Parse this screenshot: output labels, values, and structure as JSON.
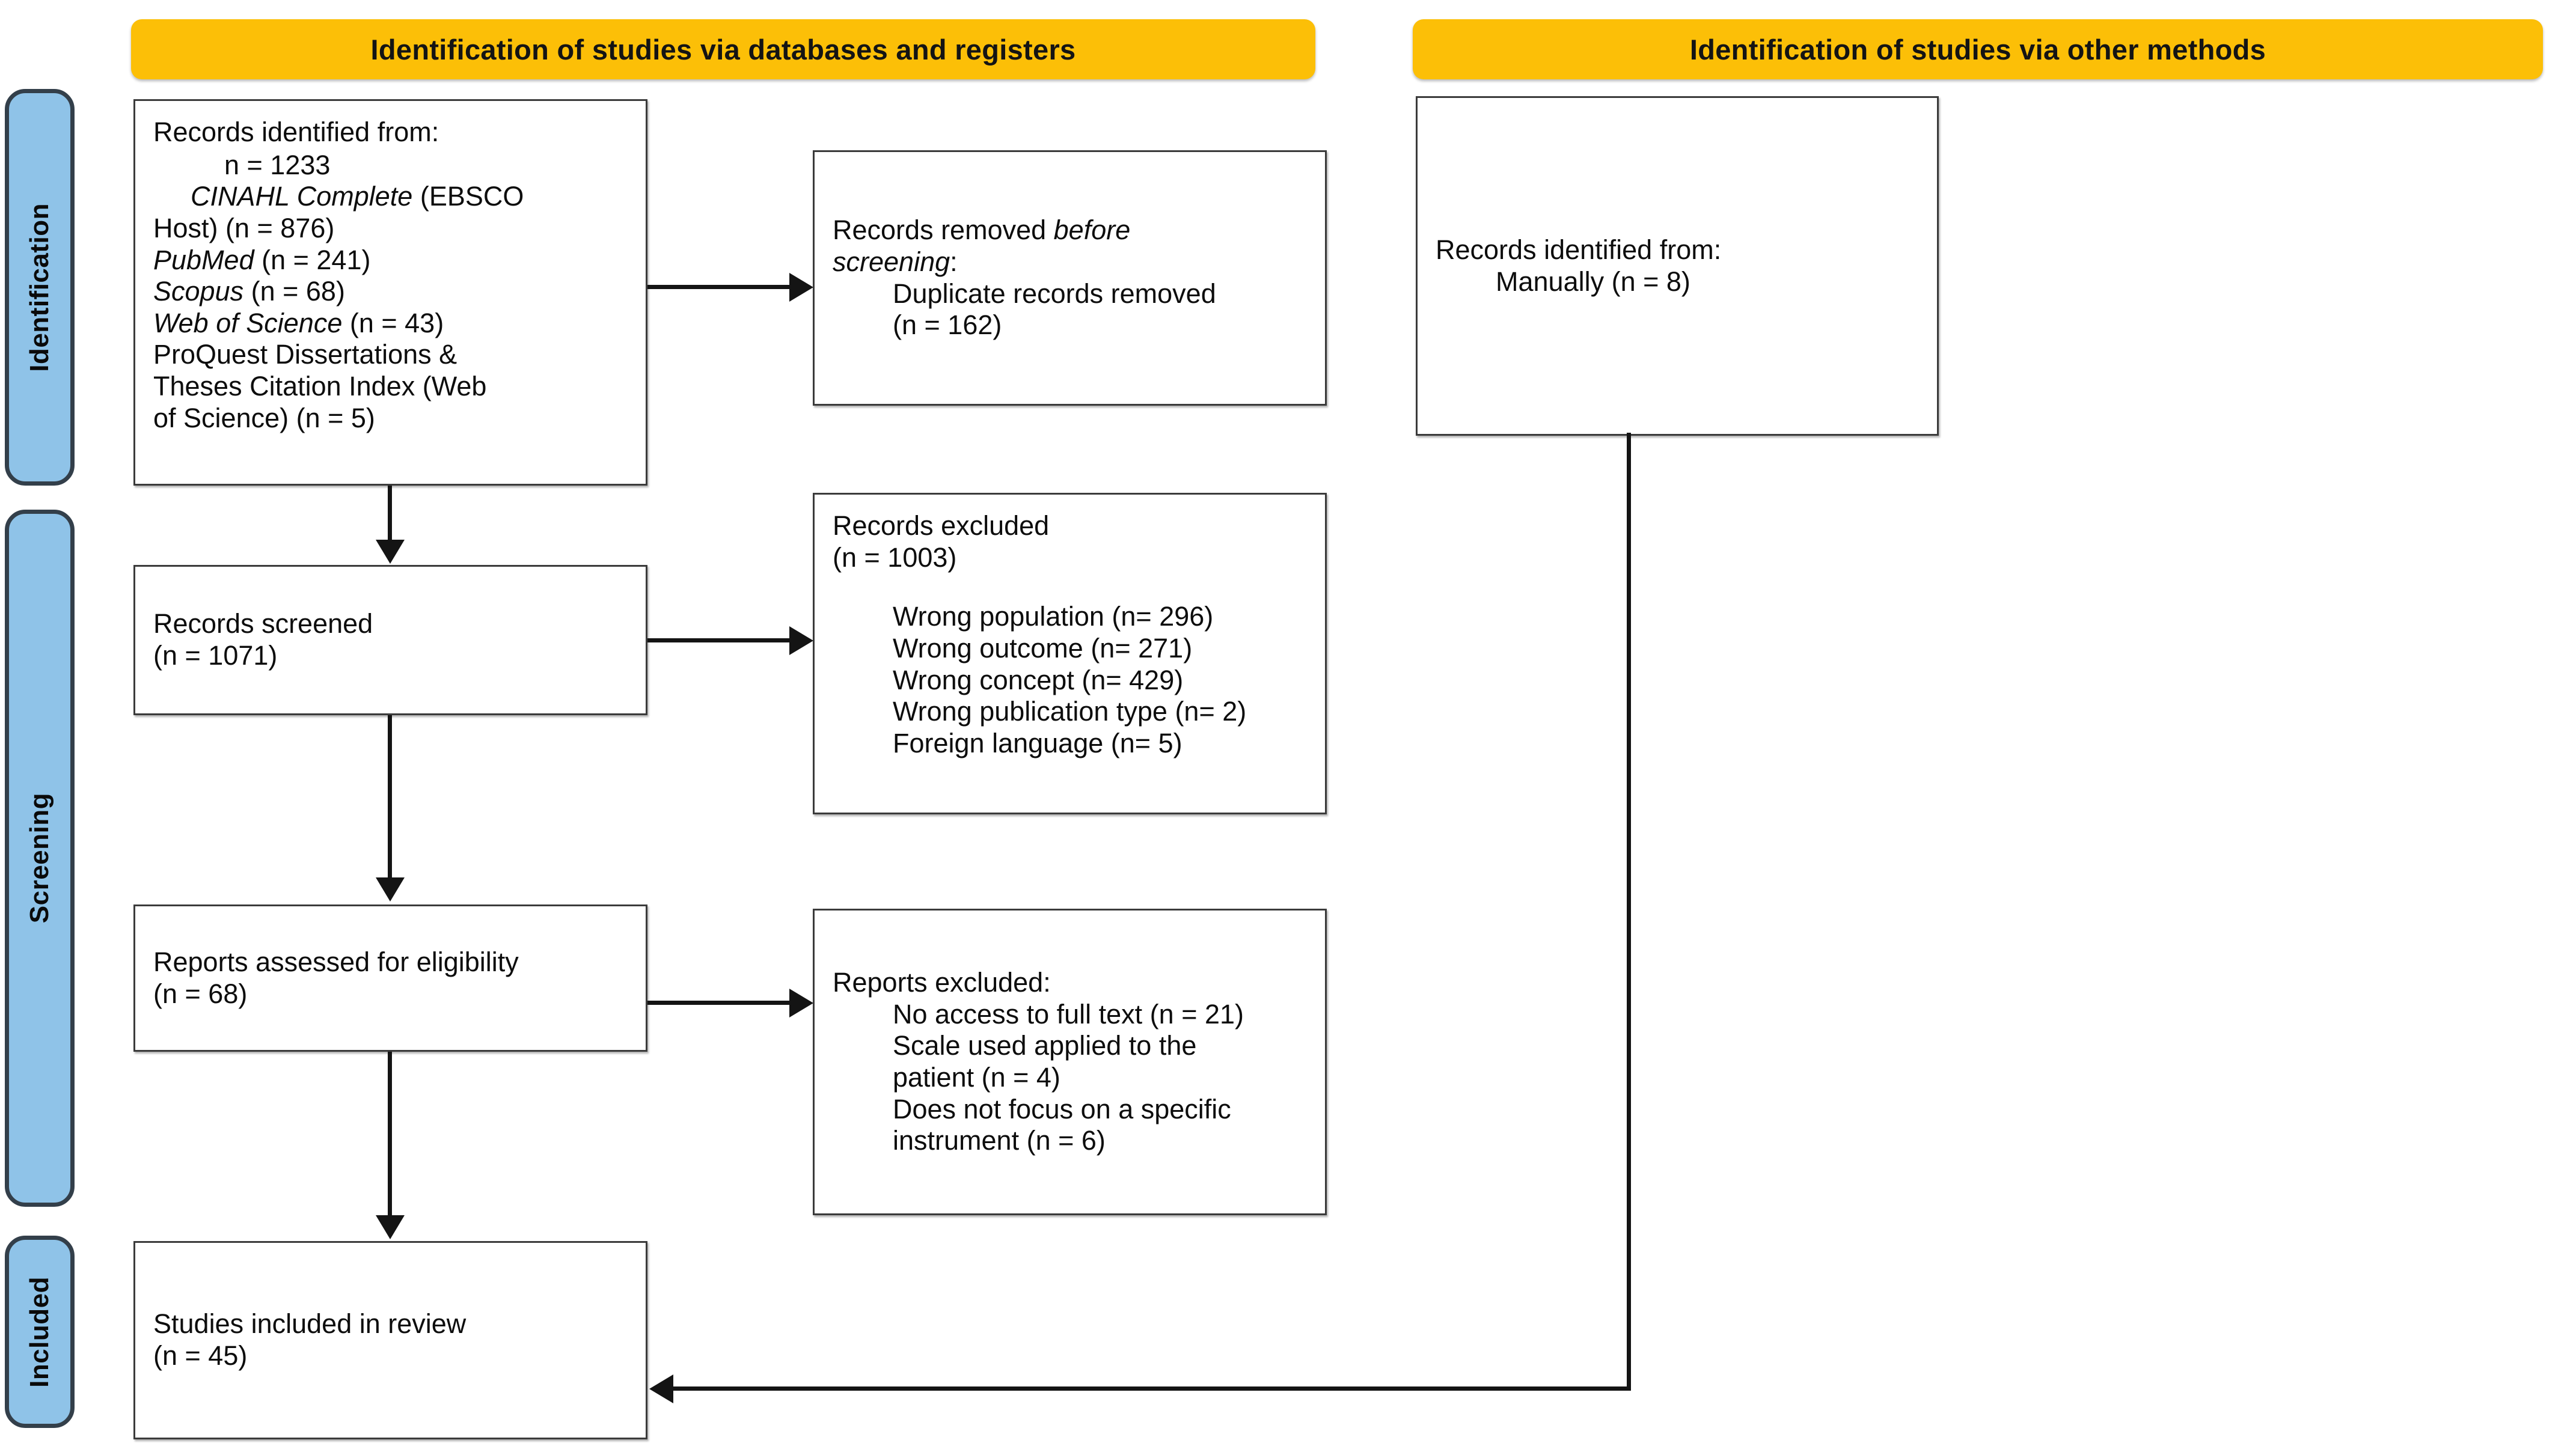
{
  "diagram": {
    "title": "PRISMA 2020 flow diagram",
    "colors": {
      "banner": "#FCBF07",
      "phase_fill": "#8FC3E8",
      "phase_border": "#333F4A",
      "node_border": "#3b3b3b",
      "connector": "#141414"
    }
  },
  "banners": {
    "databases": "Identification of studies via databases and registers",
    "other": "Identification of studies via other methods"
  },
  "phases": {
    "identification": "Identification",
    "screening": "Screening",
    "included": "Included"
  },
  "nodes": {
    "records_identified": {
      "heading": "Records identified from:",
      "lines": [
        {
          "text": "n = 1233",
          "indent": "indent1",
          "italic": false
        },
        {
          "text": "CINAHL Complete",
          "suffix": " (EBSCO",
          "indent": "indent2",
          "italic": true
        },
        {
          "text": "Host) (n = 876)",
          "indent": "none",
          "italic": false
        },
        {
          "text": "PubMed",
          "suffix": " (n = 241)",
          "indent": "none",
          "italic": true
        },
        {
          "text": "Scopus",
          "suffix": " (n = 68)",
          "indent": "none",
          "italic": true
        },
        {
          "text": "Web of Science",
          "suffix": " (n = 43)",
          "indent": "none",
          "italic": true
        },
        {
          "text": "ProQuest Dissertations &",
          "indent": "none",
          "italic": false
        },
        {
          "text": "Theses Citation Index (Web",
          "indent": "none",
          "italic": false
        },
        {
          "text": "of Science) (n = 5)",
          "indent": "none",
          "italic": false
        }
      ]
    },
    "records_removed": {
      "heading": "Records removed ",
      "heading_italic": "before",
      "heading_italic2": "screening",
      "heading_tail": ":",
      "lines": [
        {
          "text": "Duplicate records removed",
          "indent": "indent3"
        },
        {
          "text": "(n = 162)",
          "indent": "indent3"
        }
      ]
    },
    "records_identified_other": {
      "heading": "Records identified from:",
      "lines": [
        {
          "text": "Manually (n = 8)",
          "indent": "indent3"
        }
      ]
    },
    "records_screened": {
      "heading": "Records screened",
      "lines": [
        {
          "text": "(n = 1071)",
          "indent": "none"
        }
      ]
    },
    "records_excluded": {
      "heading": "Records excluded",
      "lines": [
        {
          "text": "(n = 1003)",
          "indent": "none"
        },
        {
          "text": "",
          "indent": "blank"
        },
        {
          "text": "Wrong population (n= 296)",
          "indent": "indent3"
        },
        {
          "text": "Wrong outcome (n= 271)",
          "indent": "indent3"
        },
        {
          "text": "Wrong concept (n= 429)",
          "indent": "indent3"
        },
        {
          "text": "Wrong publication type (n= 2)",
          "indent": "indent3"
        },
        {
          "text": "Foreign language (n= 5)",
          "indent": "indent3"
        }
      ]
    },
    "reports_assessed": {
      "heading": "Reports assessed for eligibility",
      "lines": [
        {
          "text": "(n = 68)",
          "indent": "none"
        }
      ]
    },
    "reports_excluded": {
      "heading": "Reports excluded:",
      "lines": [
        {
          "text": "No access to full text (n = 21)",
          "indent": "indent3"
        },
        {
          "text": "Scale used applied to the",
          "indent": "indent3"
        },
        {
          "text": "patient (n = 4)",
          "indent": "indent3"
        },
        {
          "text": "Does not focus on a specific",
          "indent": "indent3"
        },
        {
          "text": "instrument (n = 6)",
          "indent": "indent3"
        }
      ]
    },
    "studies_included": {
      "heading": "Studies included in review",
      "lines": [
        {
          "text": "(n = 45)",
          "indent": "none"
        }
      ]
    }
  }
}
